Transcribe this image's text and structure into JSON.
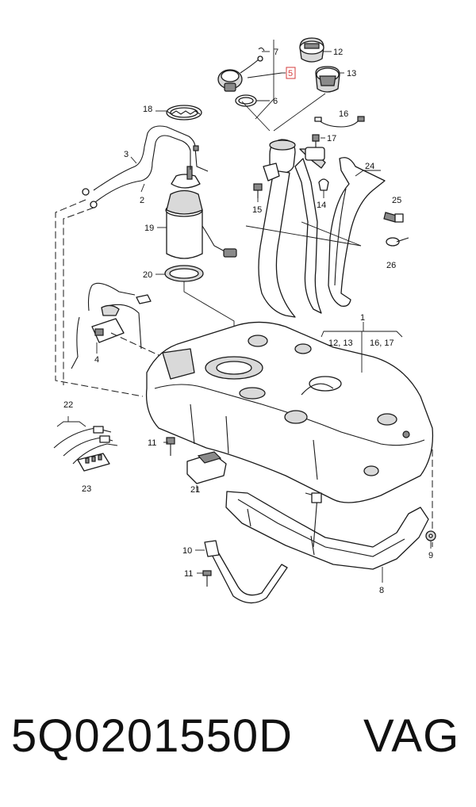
{
  "callouts": {
    "c1": "1",
    "c12_13": "12, 13",
    "c16_17a": "16, 17",
    "c2": "2",
    "c3": "3",
    "c4": "4",
    "c5": "5",
    "c6": "6",
    "c7": "7",
    "c8": "8",
    "c9": "9",
    "c10": "10",
    "c11a": "11",
    "c11b": "11",
    "c12": "12",
    "c13": "13",
    "c14": "14",
    "c15": "15",
    "c16": "16",
    "c17": "17",
    "c18": "18",
    "c19": "19",
    "c20": "20",
    "c21": "21",
    "c22": "22",
    "c23": "23",
    "c24": "24",
    "c25": "25",
    "c26": "26"
  },
  "highlight_color": "#d43b3b",
  "footer": {
    "part_number": "5Q0201550D",
    "brand": "VAG"
  }
}
